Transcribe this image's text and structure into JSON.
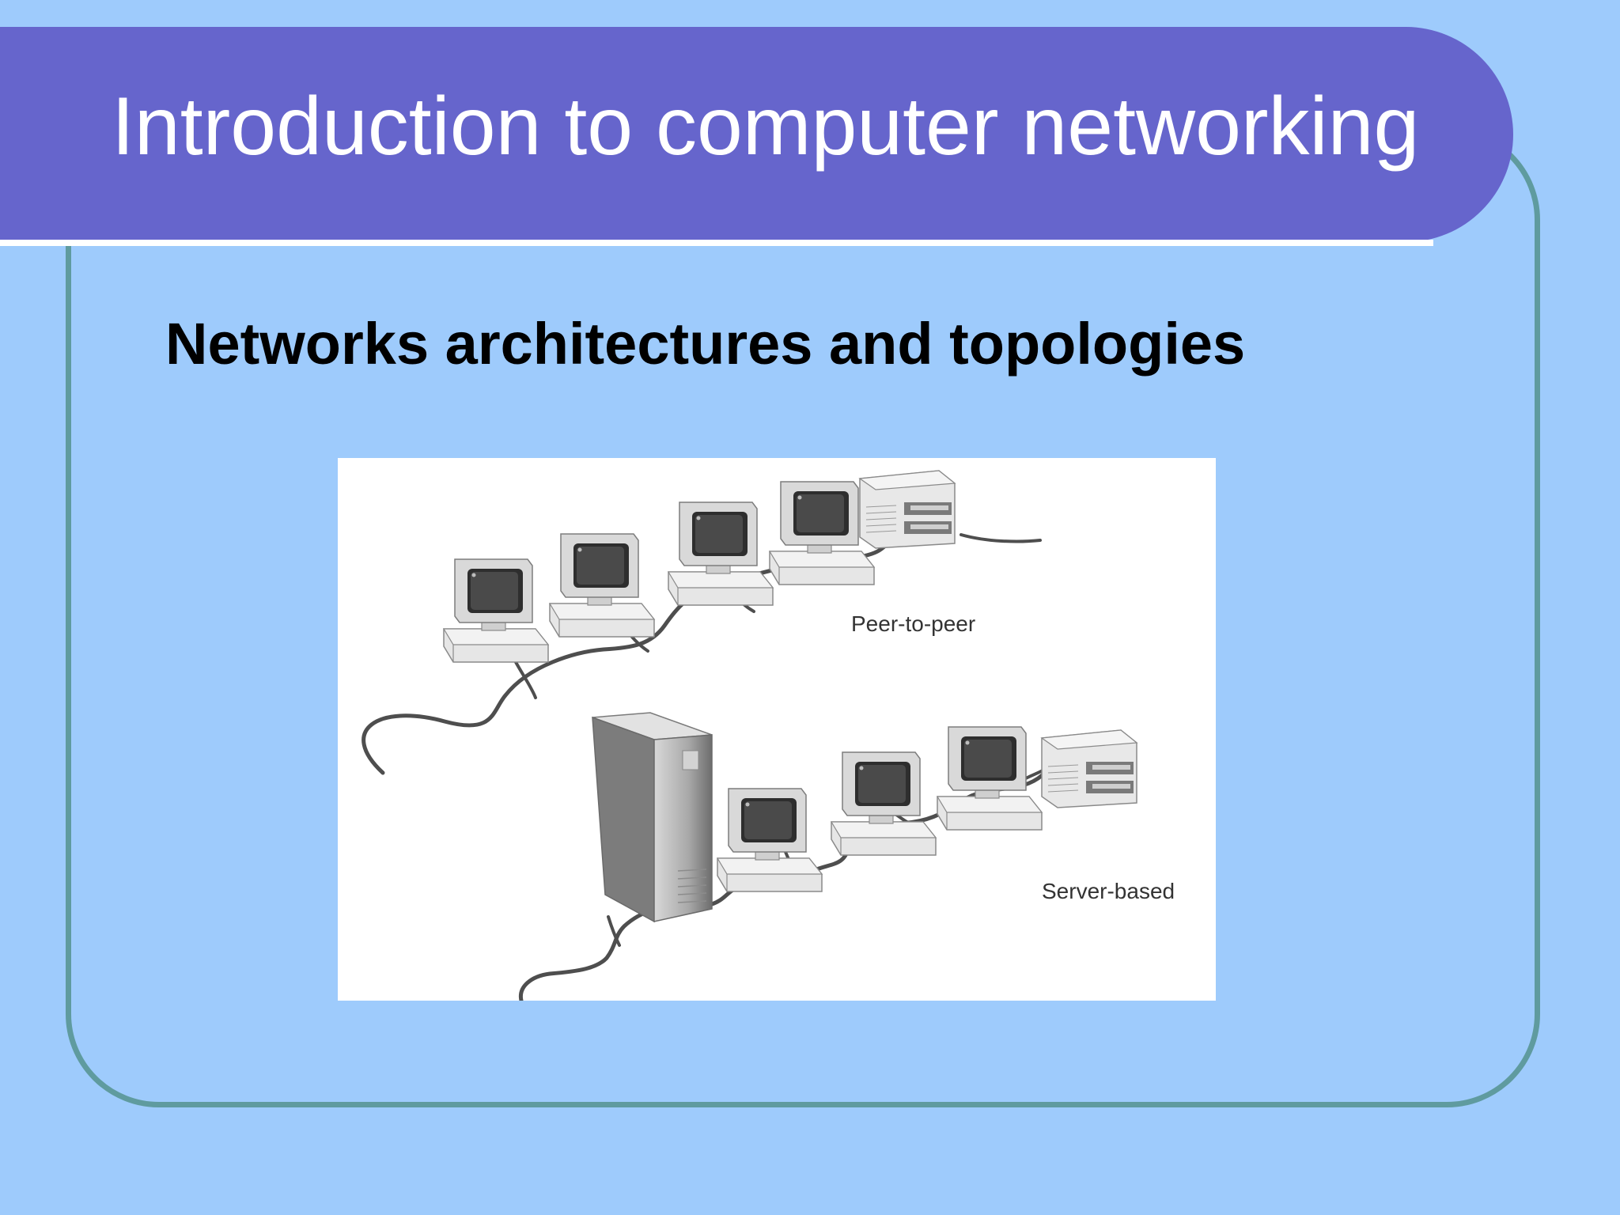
{
  "slide": {
    "title": "Introduction to computer networking",
    "subtitle": "Networks architectures and topologies"
  },
  "diagram": {
    "peer_label": "Peer-to-peer",
    "server_label": "Server-based"
  },
  "colors": {
    "background": "#9ecbfc",
    "title_band": "#6665cc",
    "frame_border": "#5f9b9f"
  }
}
